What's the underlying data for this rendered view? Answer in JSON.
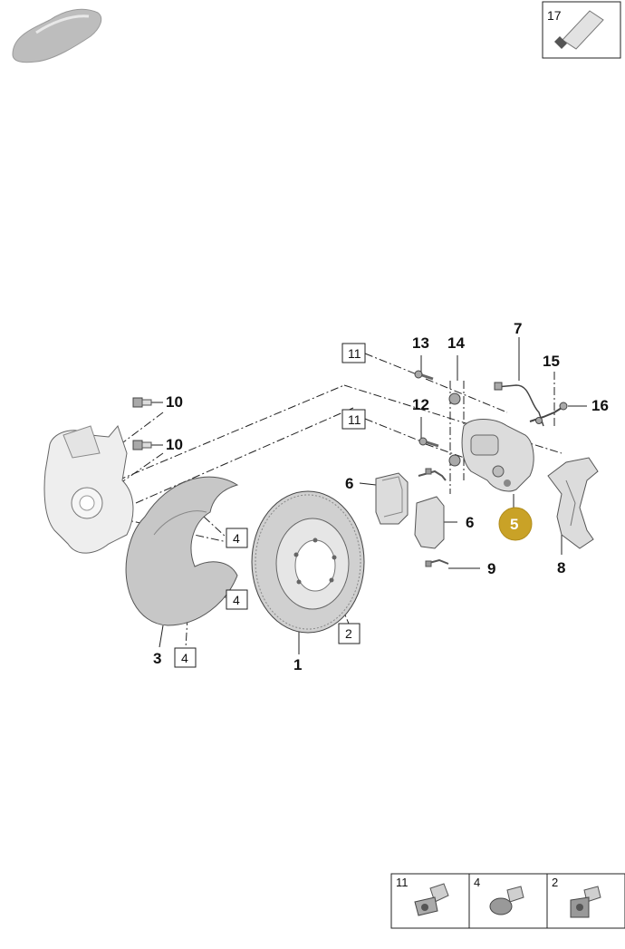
{
  "callouts": {
    "c1": "1",
    "c2": "2",
    "c3": "3",
    "c4a": "4",
    "c4b": "4",
    "c4c": "4",
    "c5": "5",
    "c6a": "6",
    "c6b": "6",
    "c7": "7",
    "c8": "8",
    "c9": "9",
    "c10a": "10",
    "c10b": "10",
    "c11a": "11",
    "c11b": "11",
    "c12": "12",
    "c13": "13",
    "c14": "14",
    "c15": "15",
    "c16": "16"
  },
  "header": {
    "tool_label": "17"
  },
  "legend": [
    {
      "number": "11",
      "icon": "flange-bolt-icon"
    },
    {
      "number": "4",
      "icon": "pan-head-screw-icon"
    },
    {
      "number": "2",
      "icon": "countersunk-screw-icon"
    }
  ],
  "colors": {
    "highlight": "#c9a227",
    "parts": "#dcdcdc",
    "outline": "#222222"
  }
}
